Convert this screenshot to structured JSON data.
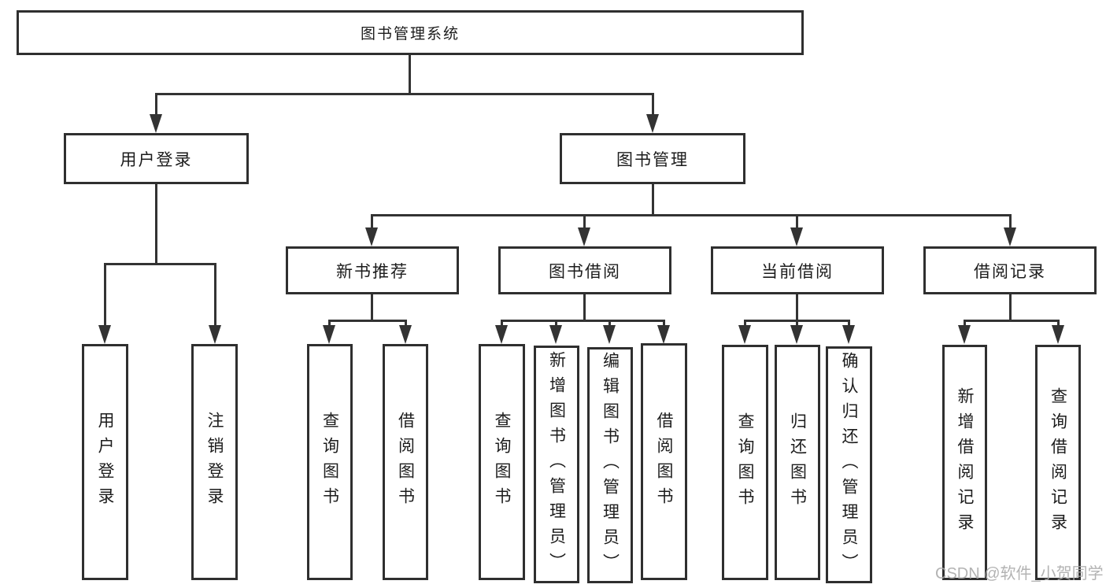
{
  "colors": {
    "line": "#333333",
    "box_border": "#2f2f2f",
    "text": "#1c1c1c",
    "watermark": "#ababab",
    "background": "#ffffff"
  },
  "watermark": "CSDN @软件_小贺同学",
  "tree": {
    "label": "图书管理系统",
    "children": [
      {
        "label": "用户登录",
        "children": [
          {
            "label": "用户登录"
          },
          {
            "label": "注销登录"
          }
        ]
      },
      {
        "label": "图书管理",
        "children": [
          {
            "label": "新书推荐",
            "children": [
              {
                "label": "查询图书"
              },
              {
                "label": "借阅图书"
              }
            ]
          },
          {
            "label": "图书借阅",
            "children": [
              {
                "label": "查询图书"
              },
              {
                "label": "新增图书（管理员）"
              },
              {
                "label": "编辑图书（管理员）"
              },
              {
                "label": "借阅图书"
              }
            ]
          },
          {
            "label": "当前借阅",
            "children": [
              {
                "label": "查询图书"
              },
              {
                "label": "归还图书"
              },
              {
                "label": "确认归还（管理员）"
              }
            ]
          },
          {
            "label": "借阅记录",
            "children": [
              {
                "label": "新增借阅记录"
              },
              {
                "label": "查询借阅记录"
              }
            ]
          }
        ]
      }
    ]
  }
}
